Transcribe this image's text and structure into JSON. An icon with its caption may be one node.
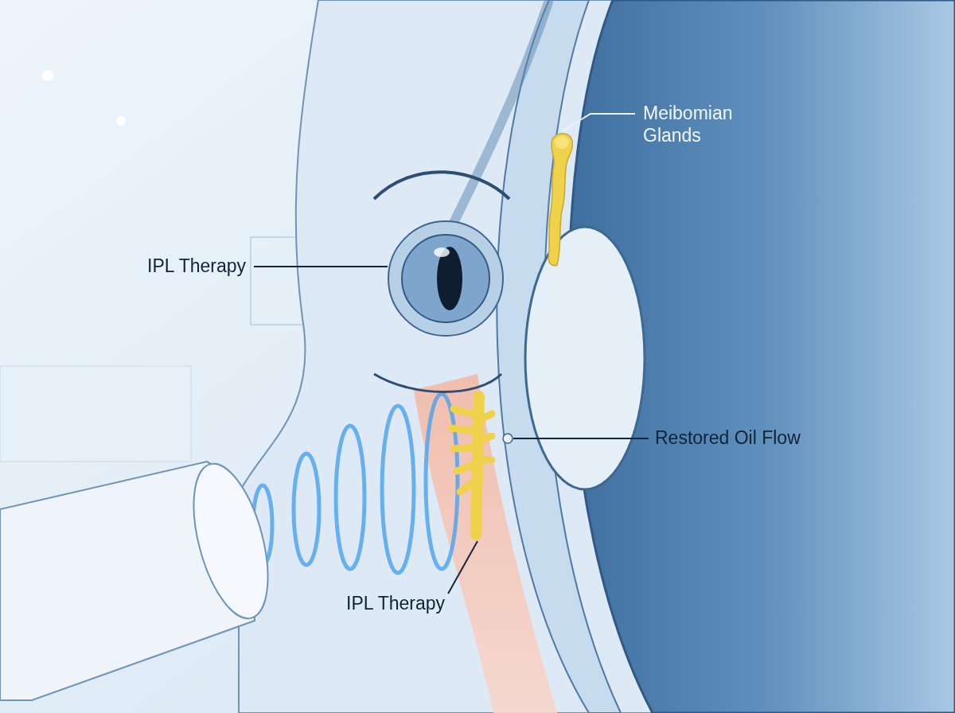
{
  "diagram": {
    "nodes": [
      {
        "text": [
          "Meibomian Glands"
        ]
      },
      {
        "text": [],
        "shape": "picture"
      },
      {
        "text": [
          "IPL Therapy"
        ]
      },
      {
        "text": [],
        "shape": "picture"
      },
      {
        "text": [
          "Restored Oil Flow"
        ]
      },
      {
        "text": [],
        "shape": "circle"
      },
      {
        "text": [
          "IPL Therapy"
        ]
      },
      {
        "text": [],
        "shape": "picture"
      }
    ],
    "edges": [
      {
        "from": 0,
        "to": 1,
        "arrow": "none",
        "color": "#eaf2fa"
      },
      {
        "from": 2,
        "to": 3,
        "arrow": "none"
      },
      {
        "from": 4,
        "to": 5,
        "arrow": "none"
      },
      {
        "from": 6,
        "to": 7,
        "arrow": "none"
      }
    ]
  }
}
